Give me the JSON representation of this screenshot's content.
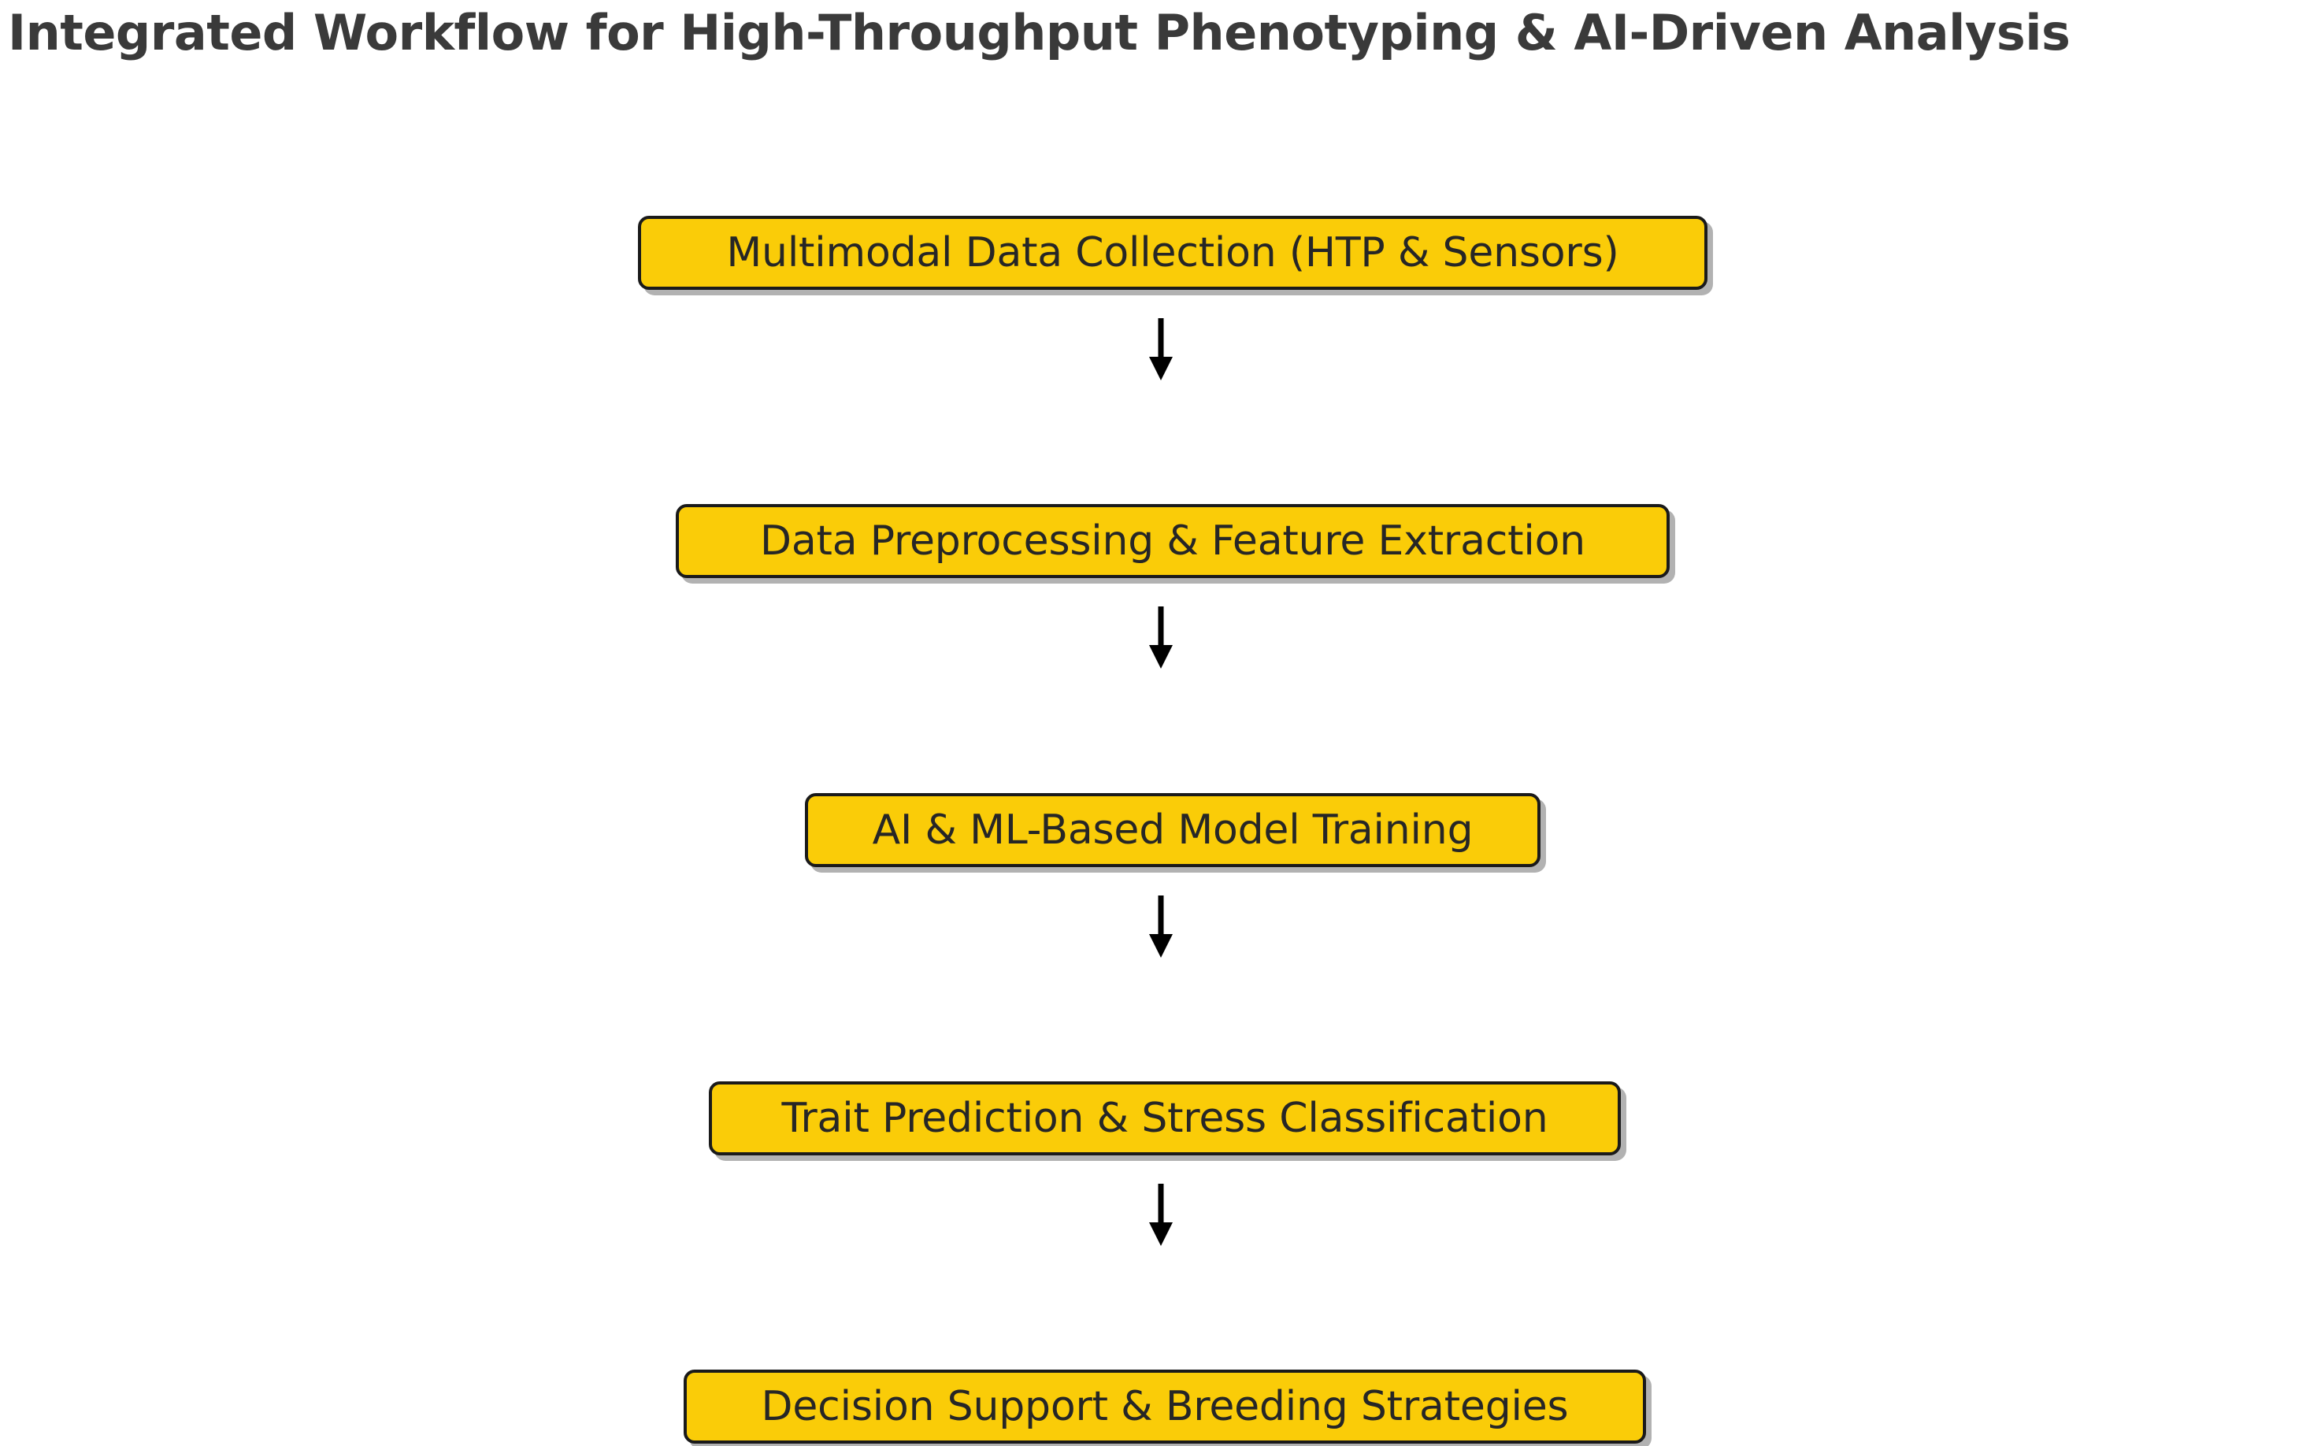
{
  "title": "Integrated Workflow for High-Throughput Phenotyping & AI-Driven Analysis",
  "colors": {
    "node_fill": "#facc08",
    "node_border": "#1a1a1a",
    "node_text": "#262626",
    "title_text": "#3a3a3a",
    "arrow": "#000000",
    "background": "#ffffff"
  },
  "chart_data": {
    "type": "flowchart",
    "title": "Integrated Workflow for High-Throughput Phenotyping & AI-Driven Analysis",
    "orientation": "top-to-bottom",
    "nodes": [
      {
        "id": "n0",
        "label": "Multimodal Data Collection (HTP & Sensors)",
        "order": 1
      },
      {
        "id": "n1",
        "label": "Data Preprocessing & Feature Extraction",
        "order": 2
      },
      {
        "id": "n2",
        "label": "AI & ML-Based Model Training",
        "order": 3
      },
      {
        "id": "n3",
        "label": "Trait Prediction & Stress Classification",
        "order": 4
      },
      {
        "id": "n4",
        "label": "Decision Support & Breeding Strategies",
        "order": 5
      }
    ],
    "edges": [
      {
        "from": "n0",
        "to": "n1",
        "marker": "arrow-down",
        "label": ""
      },
      {
        "from": "n1",
        "to": "n2",
        "marker": "arrow-down",
        "label": ""
      },
      {
        "from": "n2",
        "to": "n3",
        "marker": "arrow-down",
        "label": ""
      },
      {
        "from": "n3",
        "to": "n4",
        "marker": "arrow-down",
        "label": ""
      }
    ],
    "legend": [],
    "annotations": []
  },
  "flow": {
    "nodes": [
      {
        "label": "Multimodal Data Collection (HTP & Sensors)"
      },
      {
        "label": "Data Preprocessing & Feature Extraction"
      },
      {
        "label": "AI & ML-Based Model Training"
      },
      {
        "label": "Trait Prediction & Stress Classification"
      },
      {
        "label": "Decision Support & Breeding Strategies"
      }
    ],
    "arrows": [
      {
        "icon": "arrow-down-icon"
      },
      {
        "icon": "arrow-down-icon"
      },
      {
        "icon": "arrow-down-icon"
      },
      {
        "icon": "arrow-down-icon"
      }
    ]
  }
}
